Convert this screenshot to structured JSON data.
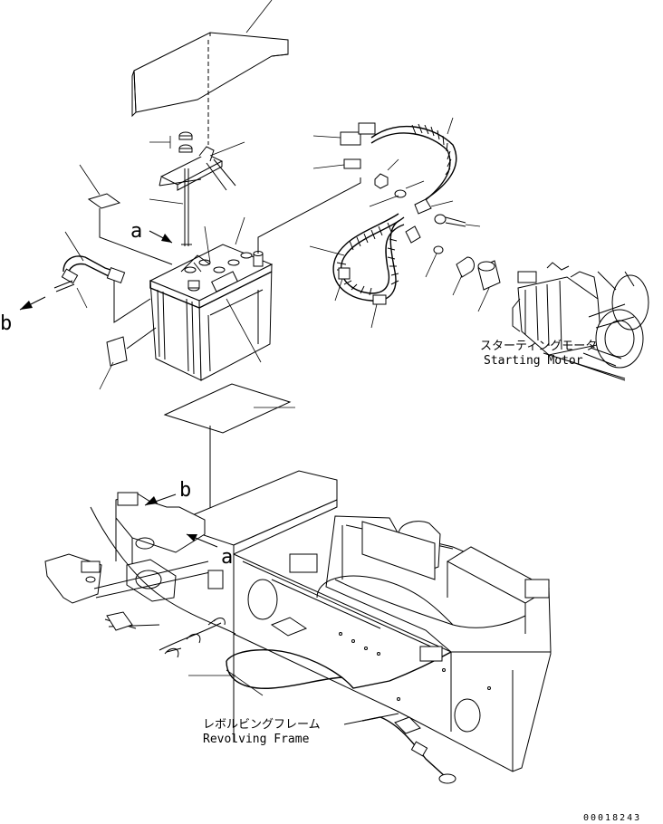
{
  "labels": {
    "starting_motor_jp": "スターティングモータ",
    "starting_motor_en": "Starting Motor",
    "revolving_frame_jp": "レボルビングフレーム",
    "revolving_frame_en": "Revolving Frame",
    "view_a_top": "a",
    "view_b_left": "b",
    "view_b_frame": "b",
    "view_a_frame": "a",
    "drawing_number": "00018243"
  }
}
